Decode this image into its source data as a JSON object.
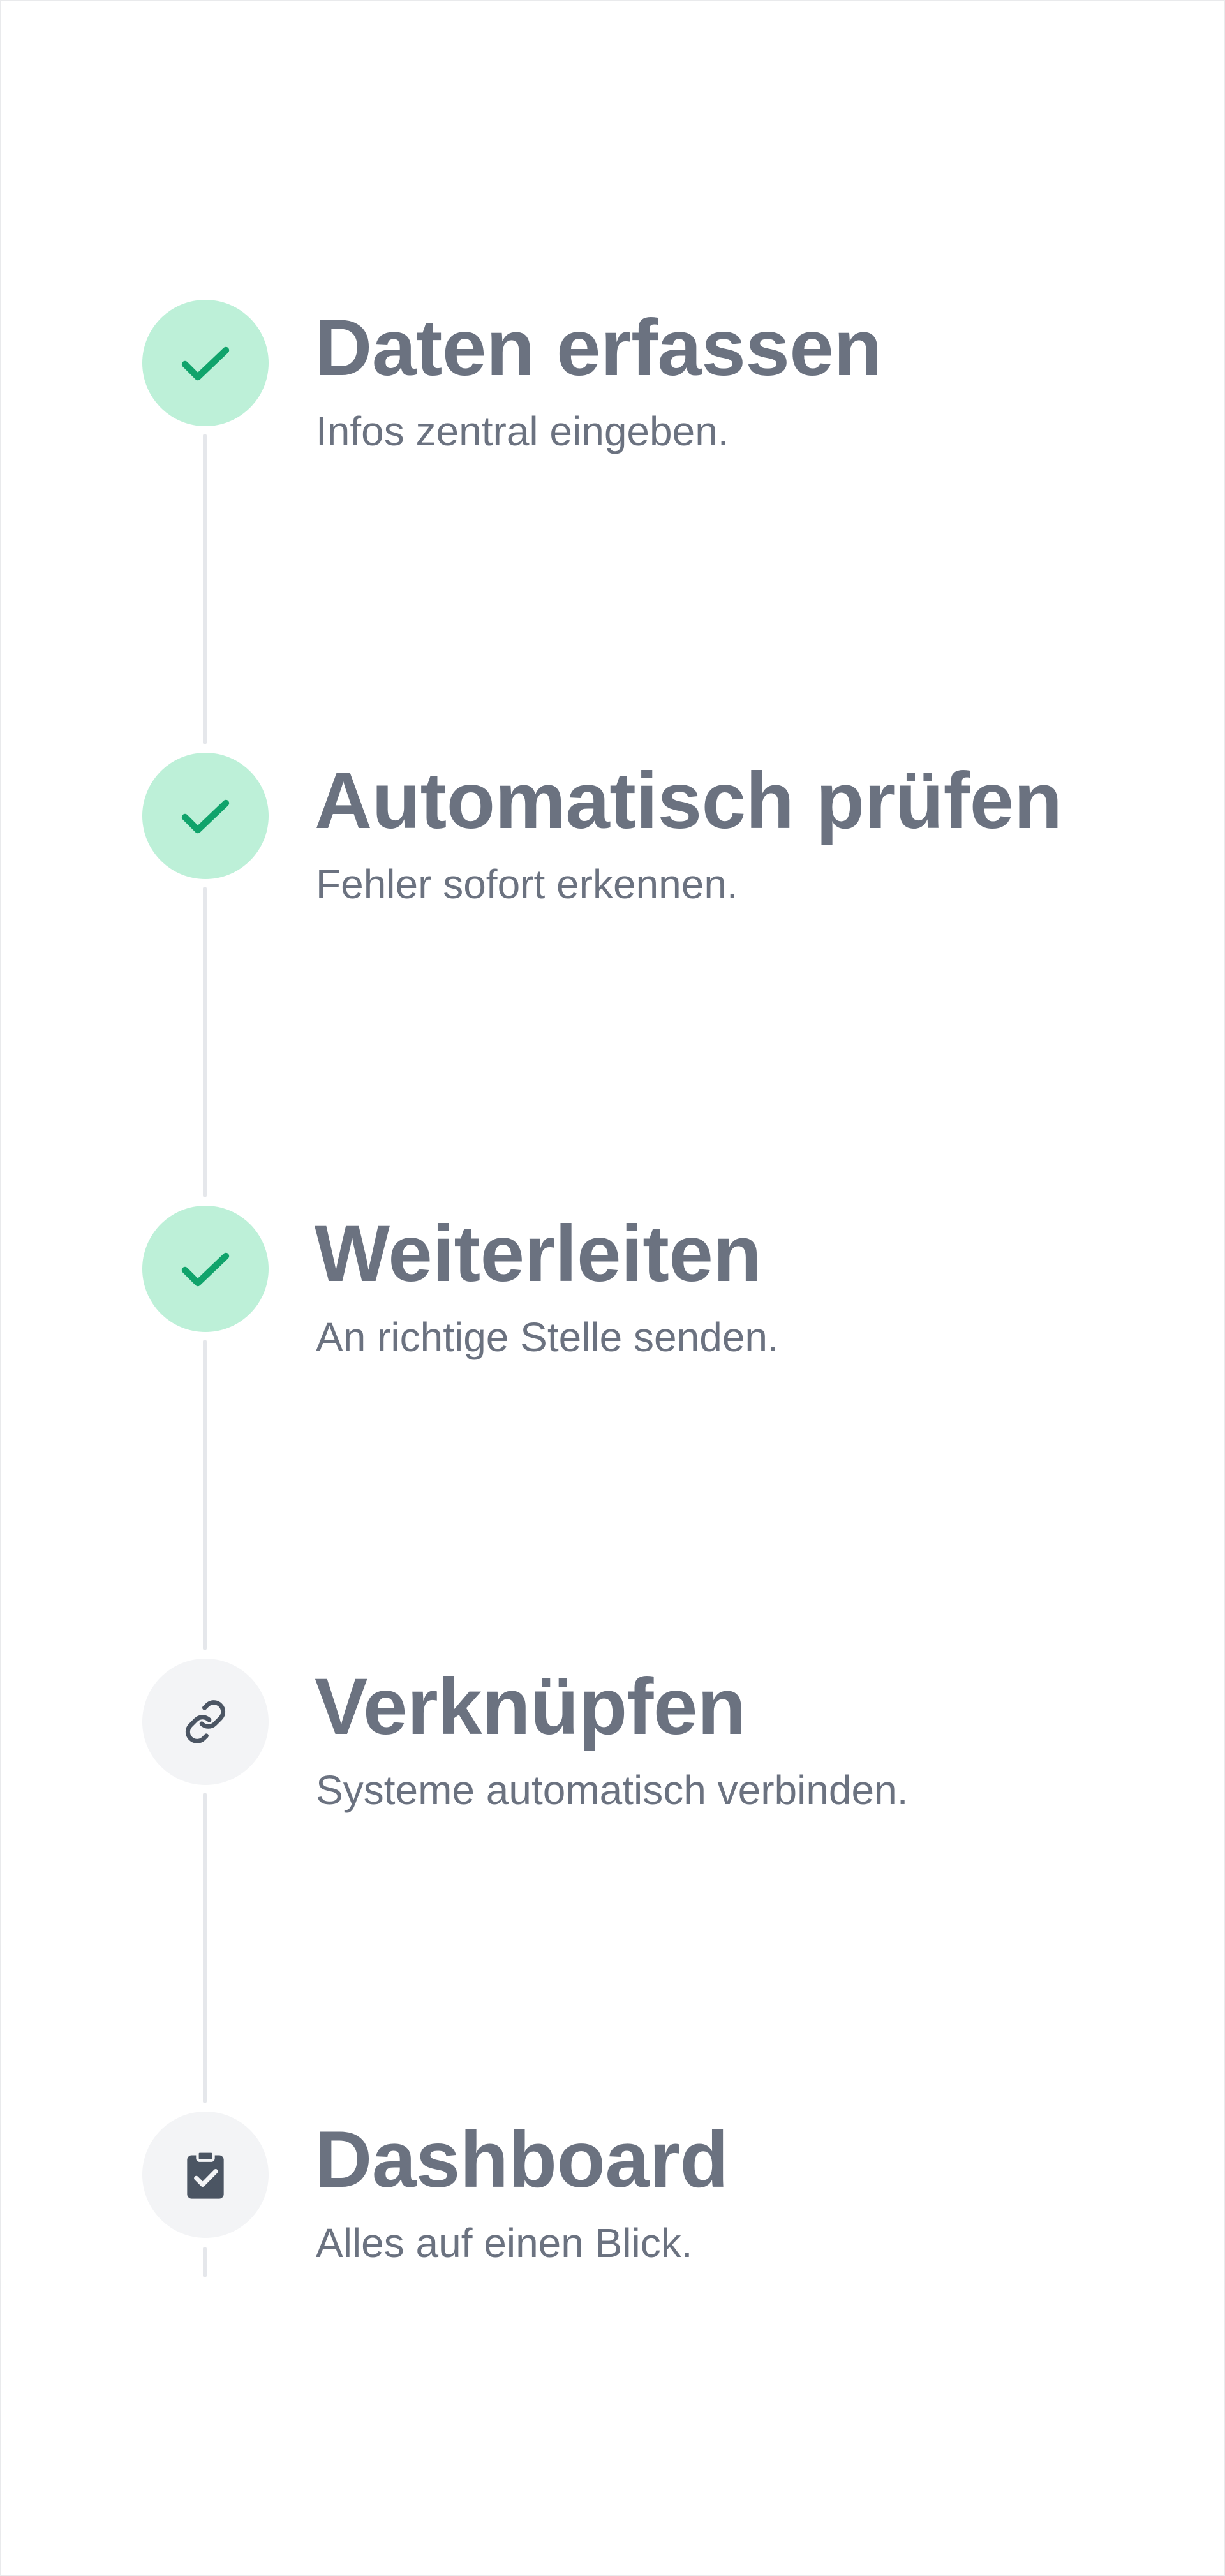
{
  "colors": {
    "done_circle": "#bdf0d8",
    "done_icon": "#10a36b",
    "pending_circle": "#f3f4f6",
    "pending_icon": "#4b5563",
    "text": "#6b7280",
    "connector": "#e5e7eb"
  },
  "steps": [
    {
      "title": "Daten erfassen",
      "description": "Infos zentral eingeben.",
      "status": "done",
      "icon": "check-icon"
    },
    {
      "title": "Automatisch prüfen",
      "description": "Fehler sofort erkennen.",
      "status": "done",
      "icon": "check-icon"
    },
    {
      "title": "Weiterleiten",
      "description": "An richtige Stelle senden.",
      "status": "done",
      "icon": "check-icon"
    },
    {
      "title": "Verknüpfen",
      "description": "Systeme automatisch verbinden.",
      "status": "pending",
      "icon": "link-icon"
    },
    {
      "title": "Dashboard",
      "description": "Alles auf einen Blick.",
      "status": "pending",
      "icon": "clipboard-check-icon"
    }
  ]
}
